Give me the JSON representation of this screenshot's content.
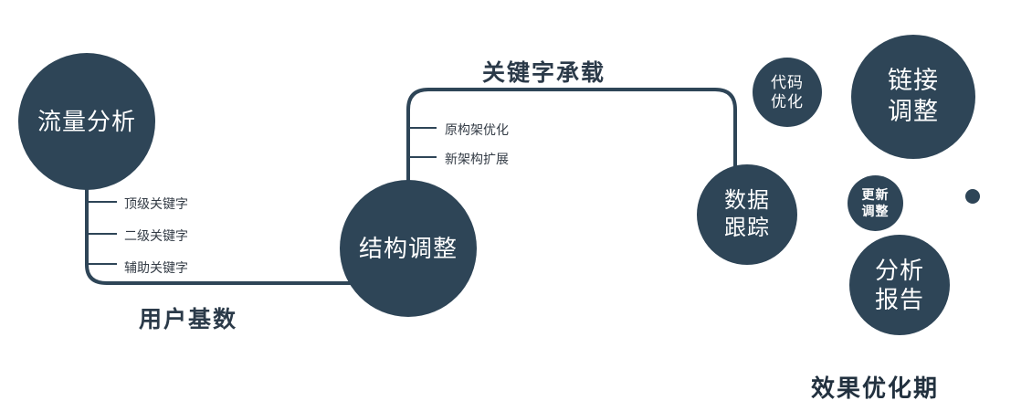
{
  "colors": {
    "primary": "#2e4557",
    "label_dark": "#2b3a49",
    "node_text": "#ffffff"
  },
  "nodes": {
    "traffic": {
      "label": "流量分析"
    },
    "structure": {
      "label": "结构调整"
    },
    "tracking": {
      "label": "数据\n跟踪"
    },
    "code": {
      "label": "代码\n优化"
    },
    "link": {
      "label": "链接\n调整"
    },
    "update": {
      "label": "更新\n调整"
    },
    "report": {
      "label": "分析\n报告"
    }
  },
  "edges": {
    "user_base": "用户基数",
    "keyword_carry": "关键字承载"
  },
  "branches": {
    "traffic": [
      "顶级关键字",
      "二级关键字",
      "辅助关键字"
    ],
    "structure": [
      "原构架优化",
      "新架构扩展"
    ]
  },
  "footer": "效果优化期"
}
